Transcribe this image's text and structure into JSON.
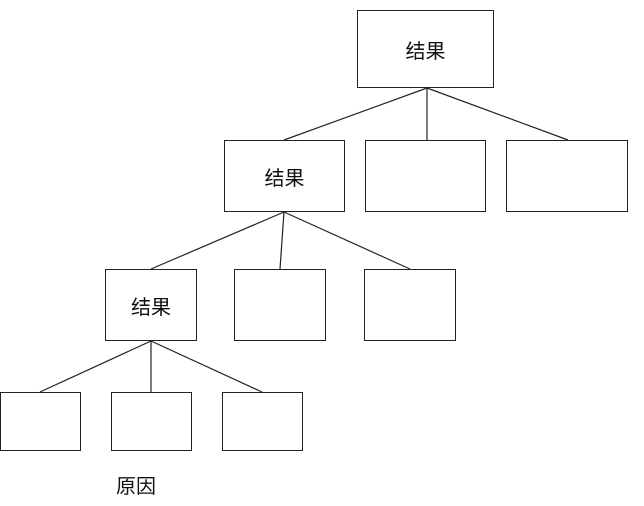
{
  "diagram": {
    "level1": {
      "label": "结果"
    },
    "level2": [
      {
        "label": "结果"
      },
      {
        "label": ""
      },
      {
        "label": ""
      }
    ],
    "level3": [
      {
        "label": "结果"
      },
      {
        "label": ""
      },
      {
        "label": ""
      }
    ],
    "level4": [
      {
        "label": ""
      },
      {
        "label": ""
      },
      {
        "label": ""
      }
    ],
    "bottom_caption": "原因"
  },
  "colors": {
    "stroke": "#222222",
    "background": "#ffffff",
    "text": "#111111"
  }
}
